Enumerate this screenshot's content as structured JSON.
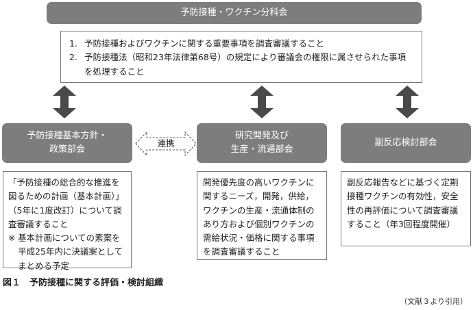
{
  "top": {
    "title": "予防接種・ワクチン分科会",
    "items": [
      {
        "num": "1.",
        "text": "予防接種およびワクチンに関する重要事項を調査審議すること"
      },
      {
        "num": "2.",
        "text": "予防接種法（昭和23年法律第68号）の規定により審議会の権限に属させられた事項を処理すること"
      }
    ]
  },
  "sub1": {
    "line1": "予防接種基本方針・",
    "line2": "政策部会",
    "desc": "「予防接種の総合的な推進を図るための計画（基本計画）」（5年に1度改訂）について調査審議すること",
    "note_mark": "※",
    "note": "基本計画についての素案を平成25年内に決議案としてまとめる予定"
  },
  "link": {
    "label": "連携"
  },
  "sub2": {
    "line1": "研究開発及び",
    "line2": "生産・流通部会",
    "desc": "開発優先度の高いワクチンに関するニーズ，開発，供給，ワクチンの生産・流通体制のあり方および個別ワクチンの需給状況・価格に関する事項を調査審議すること"
  },
  "sub3": {
    "line1": "副反応検討部会",
    "desc": "副反応報告などに基づく定期接種ワクチンの有効性，安全性の再評価について調査審議すること（年3回程度開催）"
  },
  "caption": "図１　予防接種に関する評価・検討組織",
  "source": "（文献３より引用）",
  "colors": {
    "box_fill": "#7d7d7d",
    "arrow_fill": "#4a4a4a",
    "border": "#777777"
  }
}
